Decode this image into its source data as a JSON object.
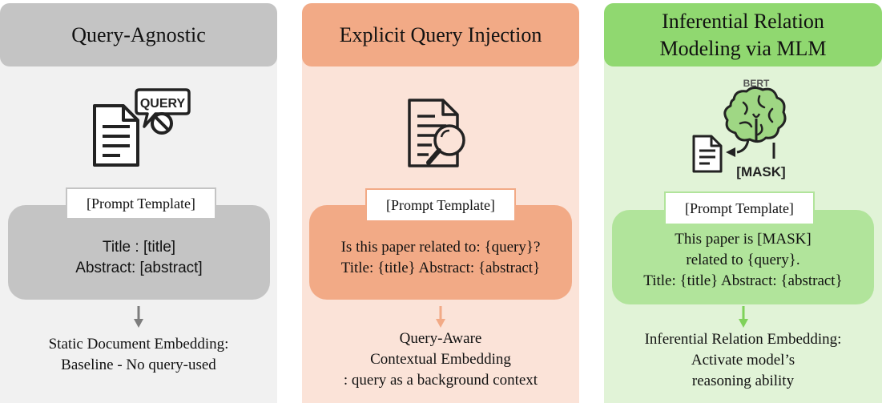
{
  "panels": [
    {
      "id": "query-agnostic",
      "title_lines": [
        "Query-Agnostic"
      ],
      "template_label": "[Prompt Template]",
      "template_lines": [
        "Title : [title]",
        "Abstract: [abstract]"
      ],
      "result_lines": [
        "Static Document Embedding:",
        "Baseline - No query-used"
      ],
      "icon": "document-with-no-query-icon",
      "icon_text": "QUERY",
      "colors": {
        "bg": "#f1f1f1",
        "header": "#c4c4c4",
        "box": "#c4c4c4",
        "arrow": "#7d7d7d"
      }
    },
    {
      "id": "explicit-query-injection",
      "title_lines": [
        "Explicit Query Injection"
      ],
      "template_label": "[Prompt Template]",
      "template_lines": [
        "Is this paper related to: {query}?",
        "Title: {title} Abstract: {abstract}"
      ],
      "result_lines": [
        "Query-Aware",
        "Contextual Embedding",
        ": query as a background context"
      ],
      "icon": "document-search-icon",
      "colors": {
        "bg": "#fbe3d8",
        "header": "#f2aa86",
        "box": "#f2aa86",
        "arrow": "#f2aa86"
      }
    },
    {
      "id": "inferential-relation-mlm",
      "title_lines": [
        "Inferential Relation",
        "Modeling via MLM"
      ],
      "template_label": "[Prompt Template]",
      "template_lines": [
        "This paper is [MASK]",
        "related to {query}.",
        "Title: {title} Abstract: {abstract}"
      ],
      "result_lines": [
        "Inferential Relation Embedding:",
        "Activate model’s",
        "reasoning ability"
      ],
      "icon": "bert-brain-mask-icon",
      "icon_text_top": "BERT",
      "icon_text_bottom": "[MASK]",
      "colors": {
        "bg": "#e1f3d7",
        "header": "#90d870",
        "box": "#b1e49b",
        "arrow": "#7fd25a"
      }
    }
  ]
}
